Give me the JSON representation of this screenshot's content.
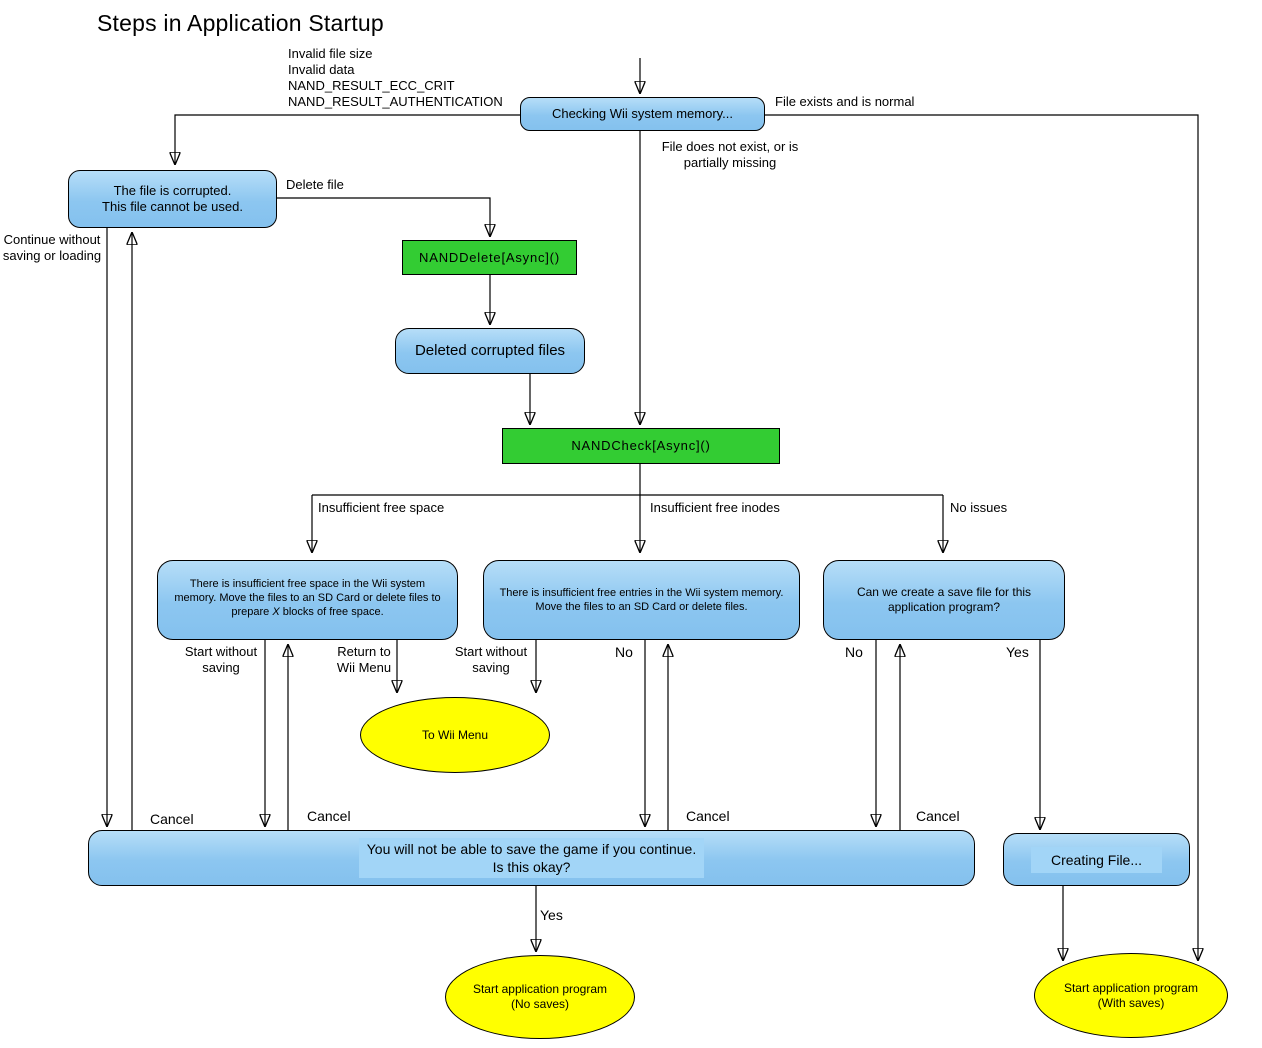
{
  "title": "Steps in Application Startup",
  "colors": {
    "node_blue": "#8cc6f0",
    "node_blue_highlight": "#a2d5f7",
    "node_green": "#33cc33",
    "node_yellow": "#ffff00",
    "line": "#000000",
    "background": "#ffffff"
  },
  "nodes": {
    "checking": {
      "text": "Checking Wii system memory..."
    },
    "corrupted": {
      "text": "The file is corrupted.\nThis file cannot be used."
    },
    "nand_delete": {
      "text": "NANDDelete[Async]()"
    },
    "deleted_files": {
      "text": "Deleted corrupted files"
    },
    "nand_check": {
      "text": "NANDCheck[Async]()"
    },
    "insufficient_space": {
      "text_before_x": "There is insufficient free space in the Wii system memory. Move the files to an SD Card or delete files to prepare ",
      "x_italic": "X",
      "text_after_x": " blocks of free space."
    },
    "insufficient_inodes": {
      "text": "There is insufficient free entries in the Wii system memory.\nMove the files to an SD Card or delete files."
    },
    "can_create_save": {
      "text": "Can we create a save file for this\napplication program?"
    },
    "cannot_save_warning": {
      "text": "You will not be able to save the game if you continue.\nIs this okay?"
    },
    "creating_file": {
      "text": "Creating File..."
    },
    "to_wii_menu": {
      "text": "To Wii Menu"
    },
    "start_no_saves": {
      "text": "Start application program\n(No saves)"
    },
    "start_with_saves": {
      "text": "Start application program\n(With saves)"
    }
  },
  "edge_labels": {
    "invalid_reasons": "Invalid file size\nInvalid data\nNAND_RESULT_ECC_CRIT\nNAND_RESULT_AUTHENTICATION",
    "file_exists": "File exists and is normal",
    "file_missing": "File does not exist, or is\npartially missing",
    "delete_file": "Delete file",
    "continue_without": "Continue without\nsaving or loading",
    "insufficient_space": "Insufficient free space",
    "insufficient_inodes": "Insufficient free inodes",
    "no_issues": "No issues",
    "start_without_saving_1": "Start without\nsaving",
    "return_to_wii_menu": "Return to\nWii Menu",
    "start_without_saving_2": "Start without\nsaving",
    "no_left": "No",
    "no_right": "No",
    "yes_right": "Yes",
    "cancel_1": "Cancel",
    "cancel_2": "Cancel",
    "cancel_3": "Cancel",
    "cancel_4": "Cancel",
    "yes_bottom": "Yes"
  }
}
